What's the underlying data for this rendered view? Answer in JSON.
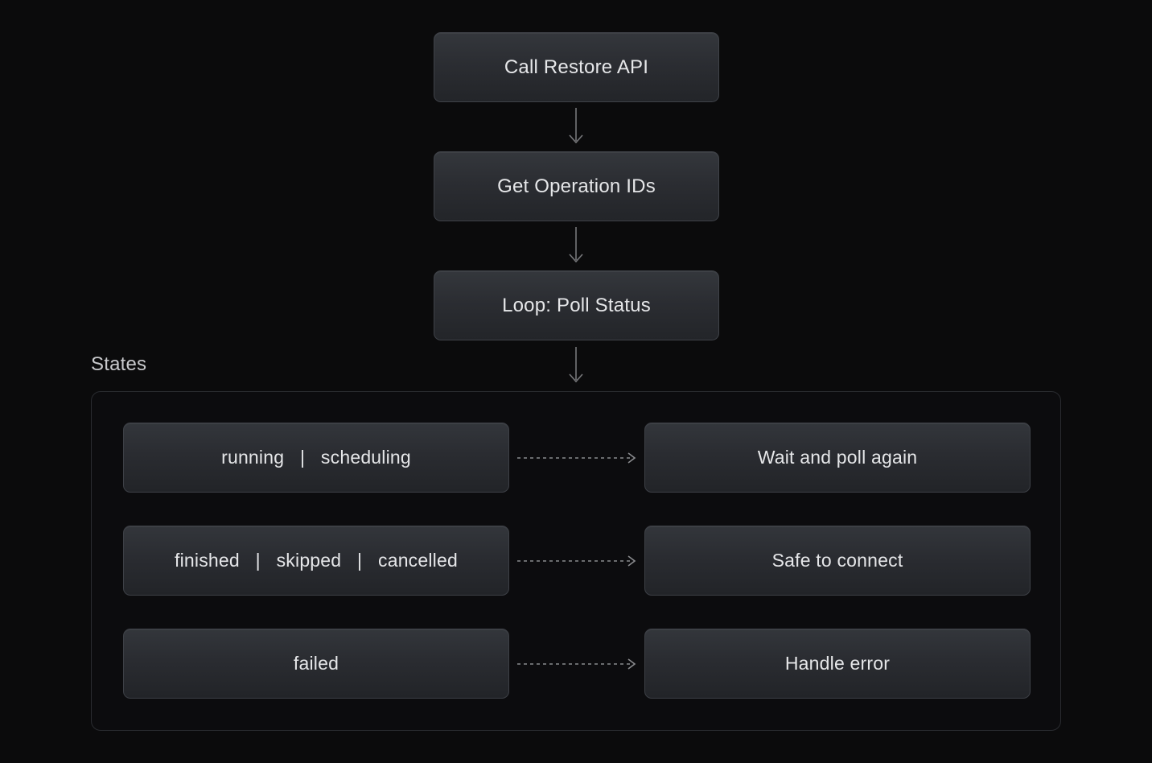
{
  "diagram": {
    "flow_nodes": [
      {
        "label": "Call Restore API"
      },
      {
        "label": "Get Operation IDs"
      },
      {
        "label": "Loop: Poll Status"
      }
    ],
    "states": {
      "title": "States",
      "rows": [
        {
          "state": "running   |   scheduling",
          "action": "Wait and poll again"
        },
        {
          "state": "finished   |   skipped   |   cancelled",
          "action": "Safe to connect"
        },
        {
          "state": "failed",
          "action": "Handle error"
        }
      ]
    }
  },
  "icons": {
    "down_arrow": "arrow-down-icon",
    "dashed_right_arrow": "dashed-arrow-right-icon"
  },
  "colors": {
    "background": "#0b0b0c",
    "node_fill_top": "#34373c",
    "node_fill_bottom": "#232529",
    "node_border": "#3f4248",
    "node_text": "#e6e7e9",
    "container_border": "#2a2c30",
    "section_label": "#c9cacd",
    "solid_arrow": "#76777a",
    "dashed_arrow": "#8a8b8e"
  }
}
